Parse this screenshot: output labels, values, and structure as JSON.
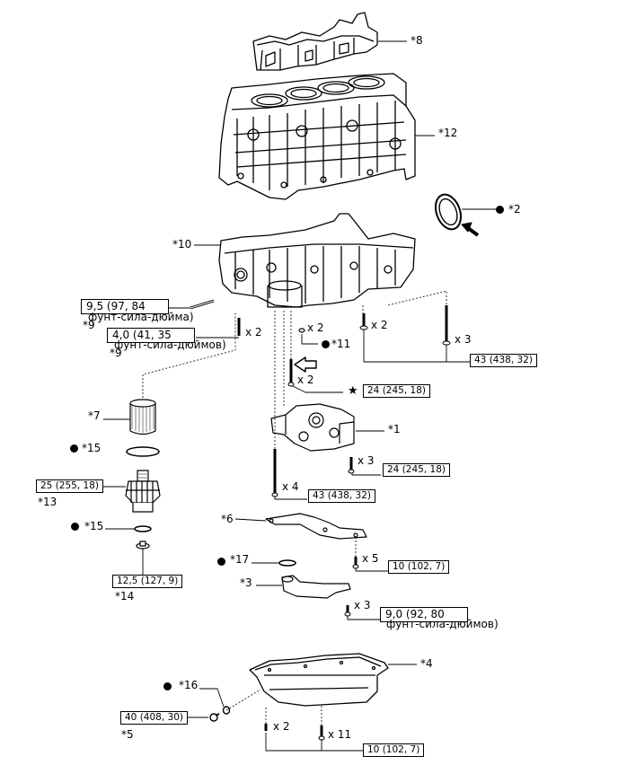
{
  "parts": {
    "p8": "*8",
    "p12": "*12",
    "p2": "*2",
    "p10": "*10",
    "p9a": "*9",
    "p9b": "*9",
    "p11": "*11",
    "p1": "*1",
    "p7": "*7",
    "p15a": "*15",
    "p13": "*13",
    "p15b": "*15",
    "p14": "*14",
    "p6": "*6",
    "p17": "*17",
    "p3": "*3",
    "p4": "*4",
    "p16": "*16",
    "p5": "*5"
  },
  "qty": {
    "q_stud": "x 2",
    "q_plug": "x 2",
    "q_bolt_a": "x 2",
    "q_bolt_b": "x 3",
    "q_dowel": "x 2",
    "q_pump3": "x 3",
    "q_pump4": "x 4",
    "q_baffle": "x 5",
    "q_strainer": "x 3",
    "q_pan2": "x 2",
    "q_pan11": "x 11"
  },
  "torque": {
    "t_9_5": "9,5 (97, 84",
    "t_9_5_unit": "фунт-сила-дюйма)",
    "t_4_0": "4,0 (41, 35",
    "t_4_0_unit": "фунт-сила-дюймов)",
    "t_43a": "43 (438, 32)",
    "t_24a": "24 (245, 18)",
    "t_24b": "24 (245, 18)",
    "t_43b": "43 (438, 32)",
    "t_25": "25 (255, 18)",
    "t_10a": "10 (102, 7)",
    "t_12_5": "12,5 (127, 9)",
    "t_9_0": "9,0 (92, 80",
    "t_9_0_unit": "фунт-сила-дюймов)",
    "t_40": "40 (408, 30)",
    "t_10b": "10 (102, 7)"
  },
  "symbols": {
    "star": "★"
  }
}
